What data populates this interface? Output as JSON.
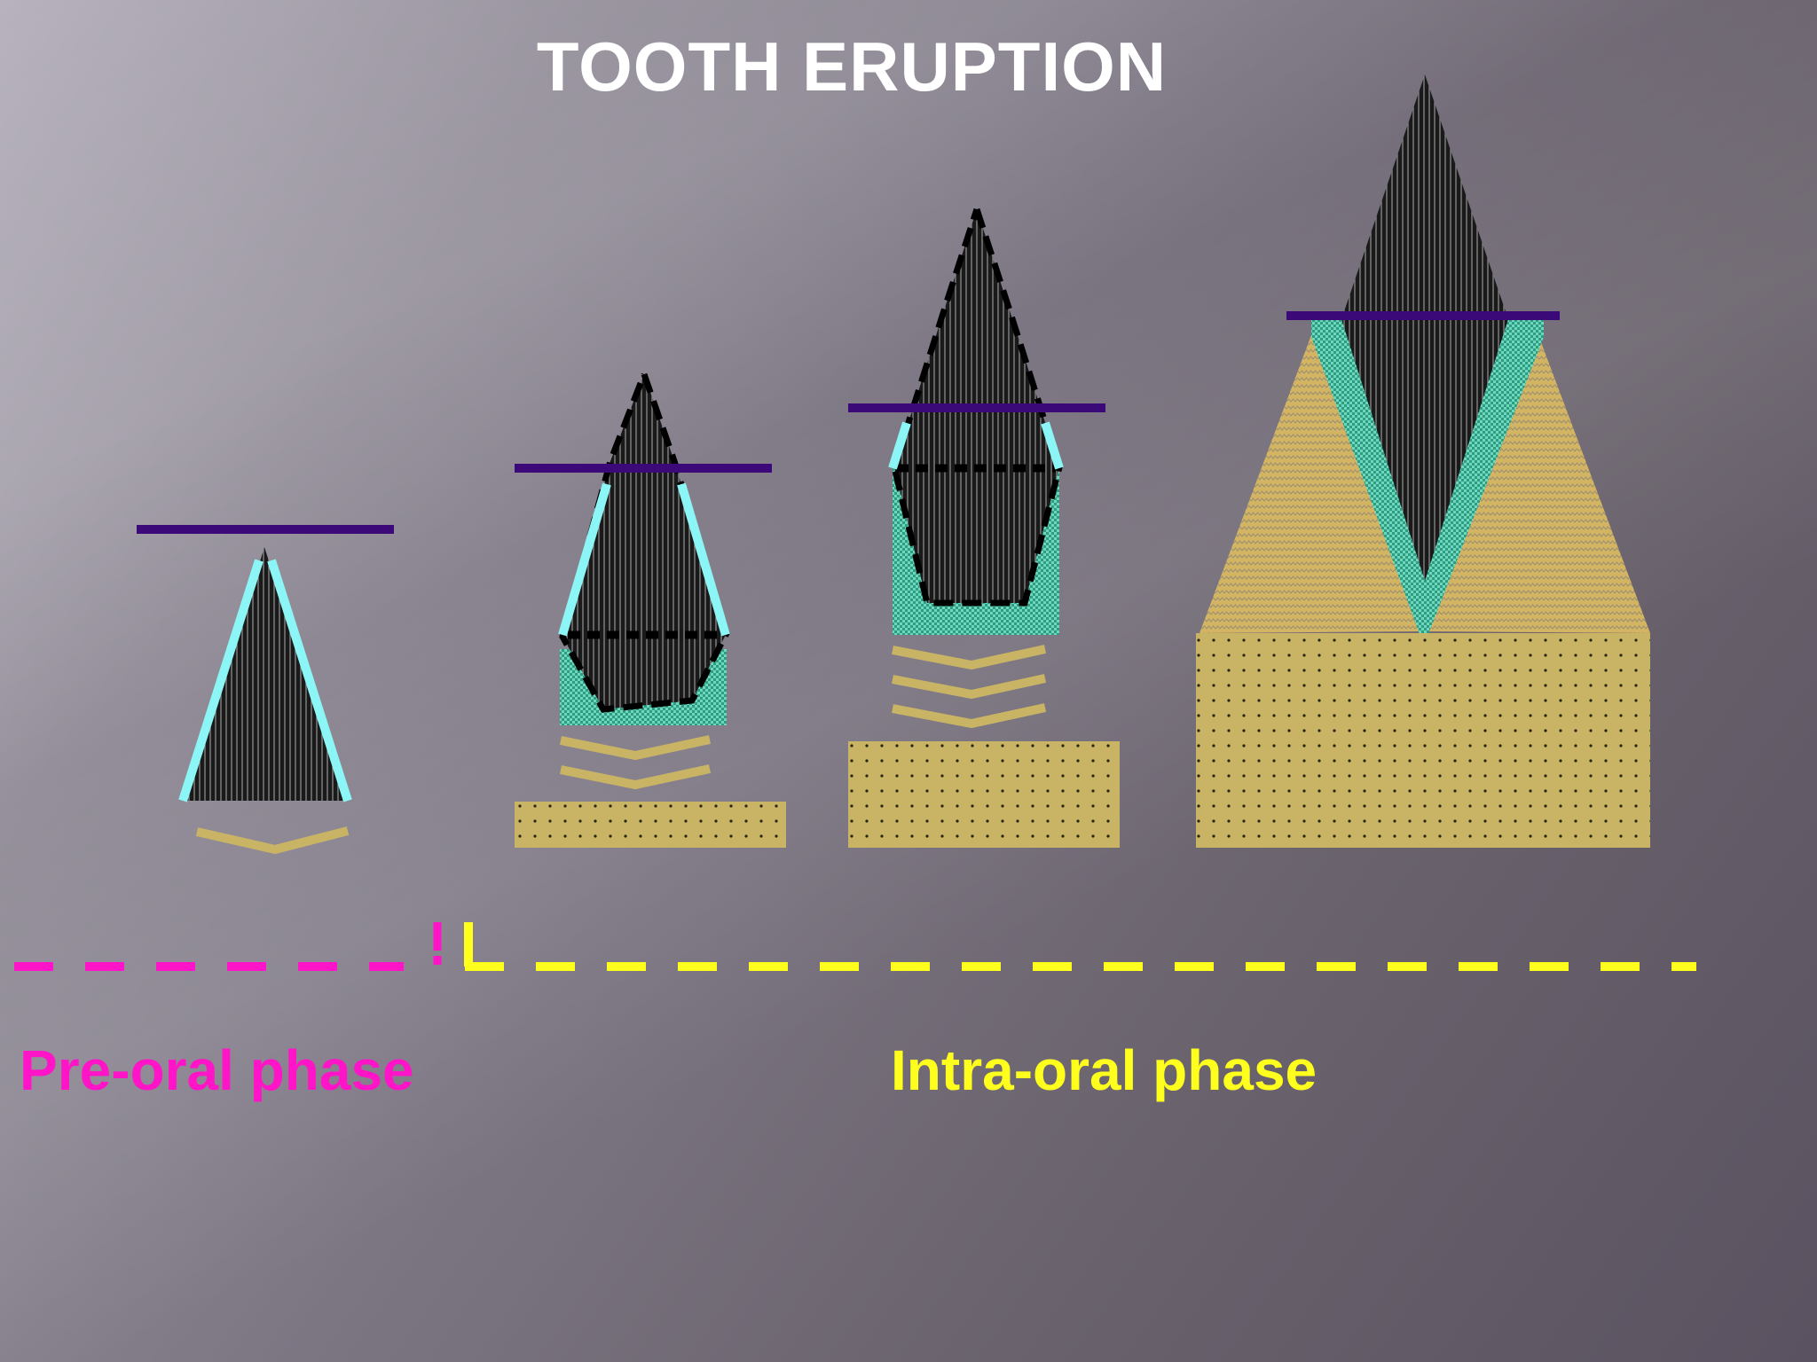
{
  "title": "TOOTH ERUPTION",
  "phases": {
    "pre_oral": {
      "label": "Pre-oral phase",
      "color": "#ff14c8"
    },
    "intra_oral": {
      "label": "Intra-oral phase",
      "color": "#ffff1e"
    }
  },
  "colors": {
    "title": "#ffffff",
    "tooth": "#1a1a1a",
    "tooth_hatch": "#8a8a8a",
    "enamel_epithelium": "#8cf5f5",
    "gingival_line": "#3c0a78",
    "follicle": "#45c0a0",
    "bone": "#c8b464",
    "bone_dots": "#2a2410",
    "gingiva": "#d2b463",
    "background_dark": "#5a5260",
    "background_light": "#b7b2be"
  },
  "stages": [
    "stage-1",
    "stage-2",
    "stage-3",
    "stage-4"
  ]
}
